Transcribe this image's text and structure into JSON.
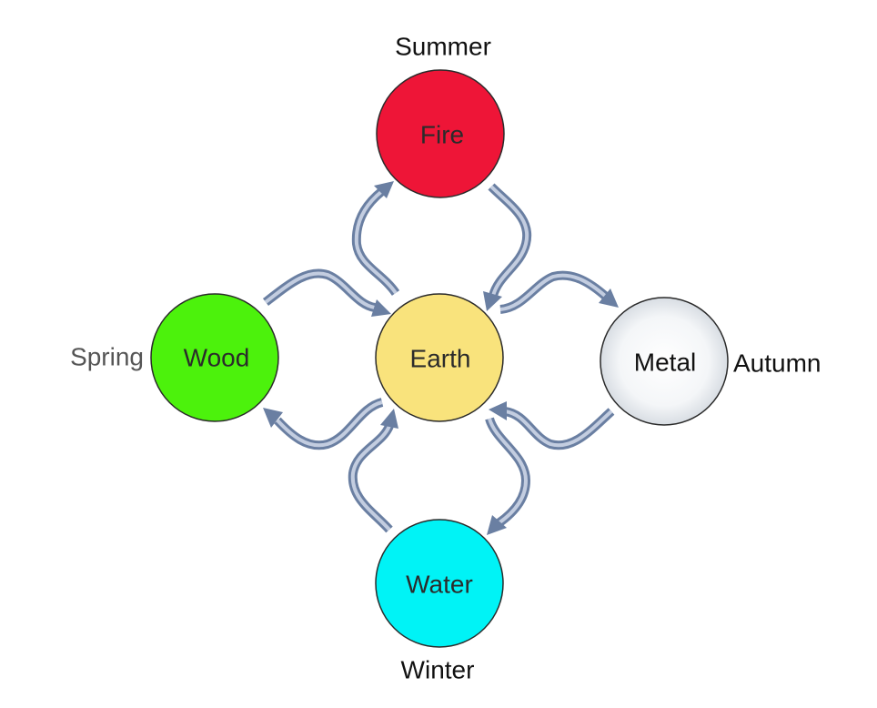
{
  "elements": {
    "fire": {
      "label": "Fire",
      "season": "Summer",
      "color": "#ee1537"
    },
    "wood": {
      "label": "Wood",
      "season": "Spring",
      "color": "#4cf20c"
    },
    "earth": {
      "label": "Earth",
      "season": "",
      "color": "#f9e37c"
    },
    "metal": {
      "label": "Metal",
      "season": "Autumn",
      "color": "#ffffff"
    },
    "water": {
      "label": "Water",
      "season": "Winter",
      "color": "#00f3f6"
    }
  },
  "colors": {
    "arrow": "#6a7fa2",
    "arrow_highlight": "#c3cde0",
    "outline": "#2a2a2a"
  }
}
